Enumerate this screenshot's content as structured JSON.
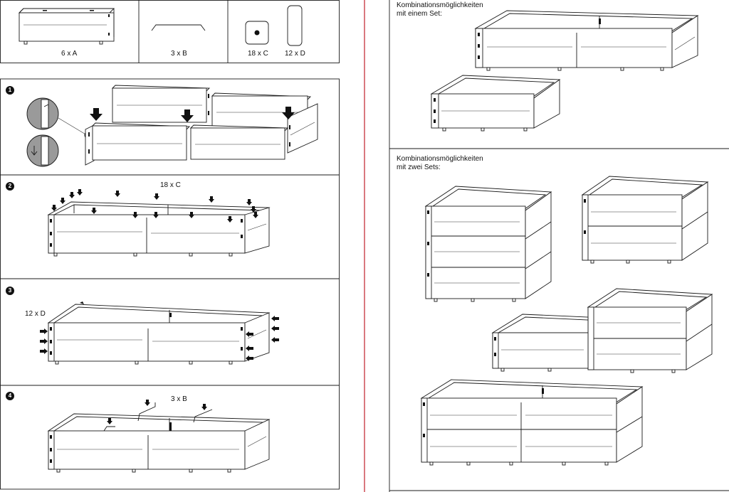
{
  "parts": [
    {
      "id": "A",
      "label": "6 x A"
    },
    {
      "id": "B",
      "label": "3 x B"
    },
    {
      "id": "C",
      "label": "18 x C"
    },
    {
      "id": "D",
      "label": "12 x D"
    }
  ],
  "steps": [
    {
      "number": "1",
      "callout": ""
    },
    {
      "number": "2",
      "callout": "18 x C"
    },
    {
      "number": "3",
      "callout": "12 x D"
    },
    {
      "number": "4",
      "callout": "3 x B"
    }
  ],
  "combinations": {
    "one_set": {
      "line1": "Kombinationsmöglichkeiten",
      "line2": "mit einem Set:"
    },
    "two_sets": {
      "line1": "Kombinationsmöglichkeiten",
      "line2": "mit zwei Sets:"
    }
  },
  "colors": {
    "divider": "#c0202a",
    "line": "#1a1a1a"
  }
}
